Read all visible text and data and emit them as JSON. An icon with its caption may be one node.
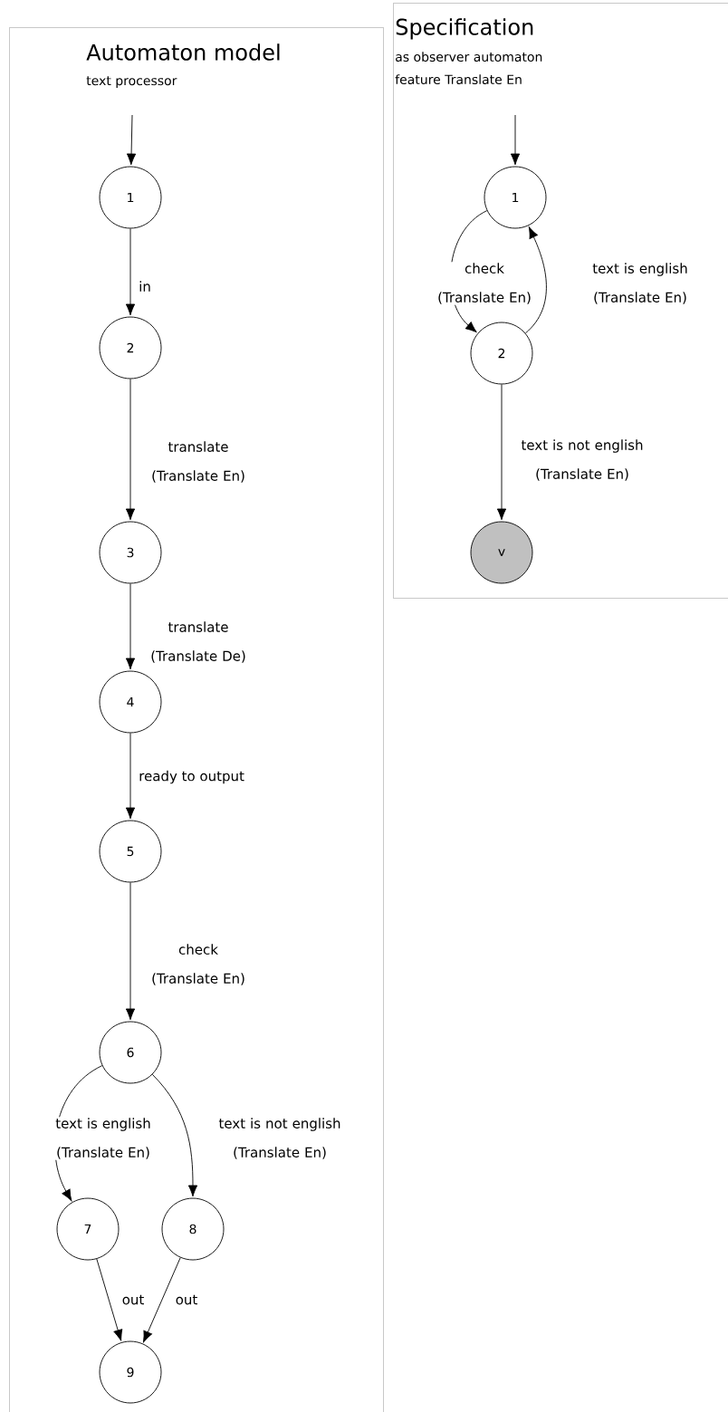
{
  "diagram": {
    "nodes": [
      {
        "text": [
          "Automaton model",
          "text processor"
        ]
      },
      {
        "text": [
          "1"
        ],
        "in": 0
      },
      {
        "text": [
          "2"
        ],
        "in": 0
      },
      {
        "text": [
          "3"
        ],
        "in": 0
      },
      {
        "text": [
          "4"
        ],
        "in": 0
      },
      {
        "text": [
          "5"
        ],
        "in": 0
      },
      {
        "text": [
          "6"
        ],
        "in": 0
      },
      {
        "text": [
          "7"
        ],
        "in": 0
      },
      {
        "text": [
          "8"
        ],
        "in": 0
      },
      {
        "text": [
          "9"
        ],
        "in": 0
      },
      {
        "text": [
          "Specification",
          "as observer automaton",
          "feature Translate En"
        ]
      },
      {
        "text": [
          "1"
        ],
        "in": 10
      },
      {
        "text": [
          "2"
        ],
        "in": 10
      },
      {
        "text": [
          "v"
        ],
        "in": 10
      }
    ],
    "edges": [
      {
        "from": null,
        "to": 1,
        "arrow": "to"
      },
      {
        "from": 1,
        "to": 2,
        "arrow": "to",
        "label": "in"
      },
      {
        "from": 2,
        "to": 3,
        "arrow": "to",
        "label": "translate (Translate En)"
      },
      {
        "from": 3,
        "to": 4,
        "arrow": "to",
        "label": "translate (Translate De)"
      },
      {
        "from": 4,
        "to": 5,
        "arrow": "to",
        "label": "ready to output"
      },
      {
        "from": 5,
        "to": 6,
        "arrow": "to",
        "label": "check (Translate En)"
      },
      {
        "from": 6,
        "to": 7,
        "arrow": "to",
        "label": "text is english (Translate En)"
      },
      {
        "from": 6,
        "to": 8,
        "arrow": "to",
        "label": "text is not english (Translate En)"
      },
      {
        "from": 7,
        "to": 9,
        "arrow": "to",
        "label": "out"
      },
      {
        "from": 8,
        "to": 9,
        "arrow": "to",
        "label": "out"
      },
      {
        "from": null,
        "to": 11,
        "arrow": "to"
      },
      {
        "from": 11,
        "to": 12,
        "arrow": "to",
        "label": "check (Translate En)"
      },
      {
        "from": 12,
        "to": 11,
        "arrow": "to",
        "label": "text is english (Translate En)"
      },
      {
        "from": 12,
        "to": 13,
        "arrow": "to",
        "label": "text is not english (Translate En)"
      }
    ]
  }
}
